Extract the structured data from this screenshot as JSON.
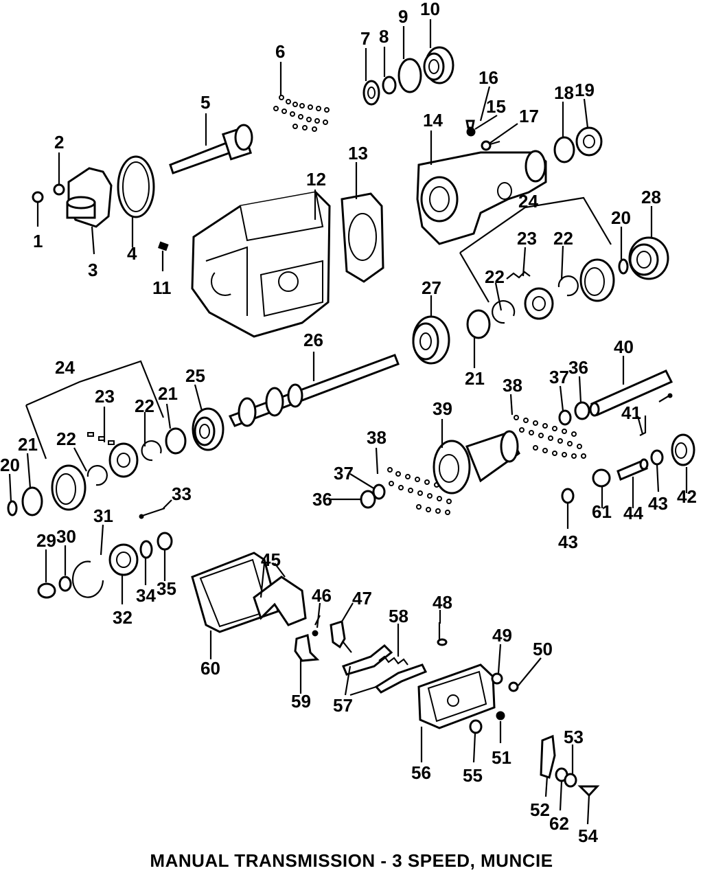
{
  "caption": "MANUAL TRANSMISSION - 3 SPEED, MUNCIE",
  "labels": [
    "1",
    "2",
    "3",
    "4",
    "5",
    "6",
    "7",
    "8",
    "9",
    "10",
    "11",
    "12",
    "13",
    "14",
    "15",
    "16",
    "17",
    "18",
    "19",
    "20",
    "21",
    "22",
    "23",
    "24",
    "25",
    "26",
    "27",
    "28",
    "29",
    "30",
    "31",
    "32",
    "33",
    "34",
    "35",
    "36",
    "37",
    "38",
    "39",
    "40",
    "41",
    "42",
    "43",
    "44",
    "45",
    "46",
    "47",
    "48",
    "49",
    "50",
    "51",
    "52",
    "53",
    "54",
    "55",
    "56",
    "57",
    "58",
    "59",
    "60",
    "61",
    "62"
  ]
}
